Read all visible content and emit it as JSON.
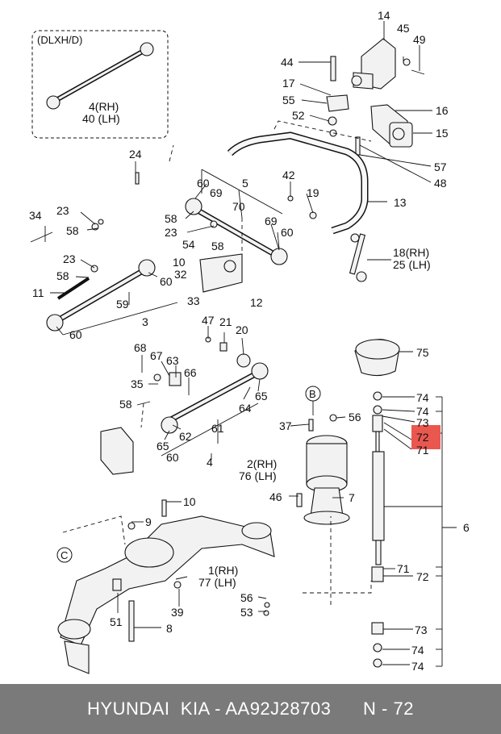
{
  "inset": {
    "title": "(DLXH/D)",
    "rh": "4(RH)",
    "lh": "40 (LH)"
  },
  "labels": {
    "n14": "14",
    "n45": "45",
    "n49": "49",
    "n44": "44",
    "n17": "17",
    "n55": "55",
    "n52": "52",
    "n16": "16",
    "n15": "15",
    "n57": "57",
    "n48": "48",
    "n13": "13",
    "n24": "24",
    "n5": "5",
    "n42": "42",
    "n19": "19",
    "n60a": "60",
    "n69a": "69",
    "n70": "70",
    "n58a": "58",
    "n23a": "23",
    "n69b": "69",
    "n60b": "60",
    "n34": "34",
    "n23b": "23",
    "n58b": "58",
    "n54": "54",
    "n58c": "58",
    "n10a": "10",
    "n32": "32",
    "n23c": "23",
    "n58d": "58",
    "n11": "11",
    "n60c": "60",
    "n59": "59",
    "n3": "3",
    "n33": "33",
    "n12": "12",
    "n60d": "60",
    "n18": "18(RH)",
    "n25": "25 (LH)",
    "n75": "75",
    "n47": "47",
    "n21": "21",
    "n20": "20",
    "n68": "68",
    "n67": "67",
    "n63": "63",
    "n66": "66",
    "n35": "35",
    "n58e": "58",
    "n64": "64",
    "n65a": "65",
    "n61": "61",
    "n62": "62",
    "n65b": "65",
    "n60e": "60",
    "n4": "4",
    "nB": "B",
    "n37": "37",
    "n56a": "56",
    "n2": "2(RH)",
    "n76": "76 (LH)",
    "n46": "46",
    "n7": "7",
    "n74a": "74",
    "n74b": "74",
    "n73a": "73",
    "n72a": "72",
    "n71a": "71",
    "n6": "6",
    "n71b": "71",
    "n72b": "72",
    "n73b": "73",
    "n74c": "74",
    "n74d": "74",
    "n10b": "10",
    "n9": "9",
    "nC": "C",
    "n1": "1(RH)",
    "n77": "77 (LH)",
    "n39": "39",
    "n51": "51",
    "n8": "8",
    "n56b": "56",
    "n53": "53"
  },
  "footer": {
    "brand": "HYUNDAI  KIA - AA92J28703",
    "ref": "N - 72"
  },
  "highlight_color": "#e8453c"
}
